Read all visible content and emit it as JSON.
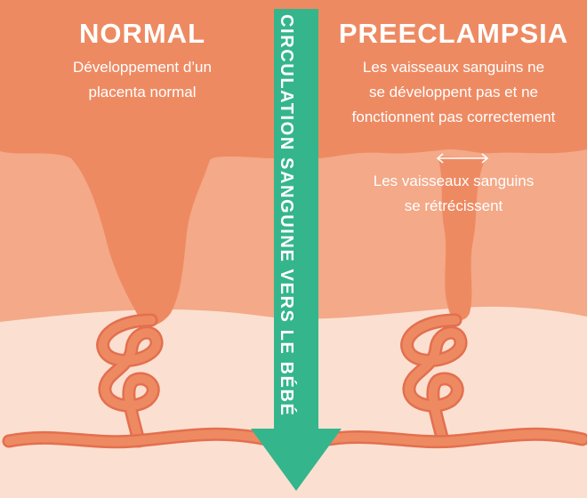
{
  "normal": {
    "title": "NORMAL",
    "description_lines": [
      "Développement d’un",
      "placenta normal"
    ]
  },
  "preeclampsia": {
    "title": "PREECLAMPSIA",
    "description_lines": [
      "Les vaisseaux sanguins ne",
      "se développent pas et ne",
      "fonctionnent pas correctement"
    ],
    "narrowing_lines": [
      "Les vaisseaux sanguins",
      "se rétrécissent"
    ]
  },
  "arrow": {
    "label": "CIRCULATION SANGUINE VERS LE BÉBÉ",
    "color": "#35b58c"
  },
  "colors": {
    "tissue_top": "#ee8a62",
    "tissue_mid": "#f4a988",
    "tissue_light": "#fbe0d1",
    "vessel": "#ee8a62",
    "vessel_outline": "#e36f4f",
    "text": "#ffffff"
  }
}
